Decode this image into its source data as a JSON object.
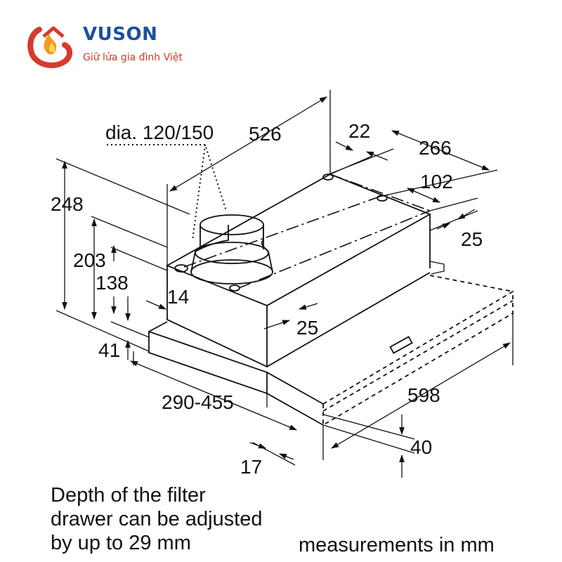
{
  "brand": {
    "name": "VUSON",
    "tagline": "Giữ lửa gia đình Việt",
    "colors": {
      "primary": "#1d4f9c",
      "accent": "#d63a2c",
      "flame": "#f29a1f"
    }
  },
  "dimensions": {
    "duct_diameter": "dia. 120/150",
    "depth": "526",
    "rear_offset": "22",
    "rear_width": "266",
    "hole_spacing": "102",
    "top_right_inset": "25",
    "total_height": "248",
    "body_height": "203",
    "lower_height": "138",
    "side_inset": "14",
    "front_inset": "25",
    "drawer_height": "41",
    "drawer_depth": "290-455",
    "width": "598",
    "front_lip": "40",
    "panel_thickness": "17"
  },
  "note_lines": [
    "Depth of the filter",
    "drawer can be adjusted",
    "by up to 29 mm"
  ],
  "units_note": "measurements in mm"
}
